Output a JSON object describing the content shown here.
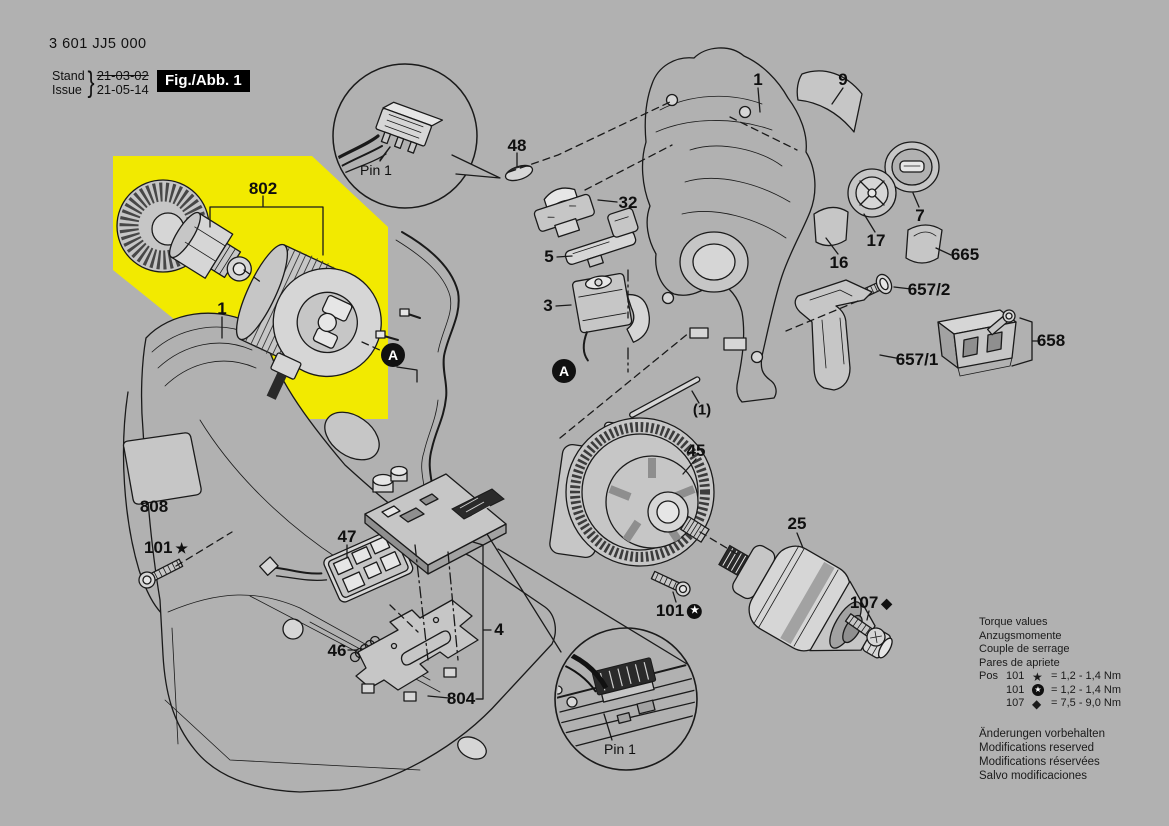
{
  "document": {
    "part_number": "3 601 JJ5 000",
    "stand_label": "Stand",
    "issue_label": "Issue",
    "brace": "}",
    "stand_date": "21-03-02",
    "issue_date": "21-05-14",
    "figure_label": "Fig./Abb. 1"
  },
  "colors": {
    "background": "#b1b1b1",
    "highlight": "#f2ea00",
    "line": "#1a1a1a",
    "figure_box_bg": "#000000",
    "figure_box_fg": "#ffffff"
  },
  "symbols": {
    "star": "★",
    "diamond": "◆",
    "circled_star": "★"
  },
  "callouts": {
    "motor_assembly": "802",
    "housing_half_left": "1",
    "housing_half_right": "1",
    "label_sticker": "9",
    "ring": "7",
    "torque_ring": "17",
    "button": "16",
    "cover_cap": "665",
    "screw_clip": "657/2",
    "belt_clip": "657/1",
    "bit_holder": "658",
    "rubber_pad": "48",
    "slide_switch": "32",
    "reversing_lever": "5",
    "on_off_switch": "3",
    "planetary_gearbox": "45",
    "cylindrical_pin": "(1)",
    "drill_chuck": "25",
    "screw_star": "101",
    "screw_circle_star": "101",
    "screw_diamond": "107",
    "sticker": "808",
    "keypad_module": "47",
    "spring": "46",
    "electronics_module": "4",
    "holding_plate": "804",
    "pin1_top": "Pin 1",
    "pin1_bottom": "Pin 1",
    "detail_marker": "A"
  },
  "torque_note": {
    "title_lines": [
      "Torque values",
      "Anzugsmomente",
      "Couple de serrage",
      "Pares de apriete"
    ],
    "pos_label": "Pos",
    "rows": [
      {
        "pos": "101",
        "symbol": "star",
        "value": "= 1,2 - 1,4 Nm"
      },
      {
        "pos": "101",
        "symbol": "circled_star",
        "value": "= 1,2 - 1,4 Nm"
      },
      {
        "pos": "107",
        "symbol": "diamond",
        "value": "= 7,5 - 9,0 Nm"
      }
    ]
  },
  "footer_notes": [
    "Änderungen vorbehalten",
    "Modifications reserved",
    "Modifications réservées",
    "Salvo modificaciones"
  ]
}
